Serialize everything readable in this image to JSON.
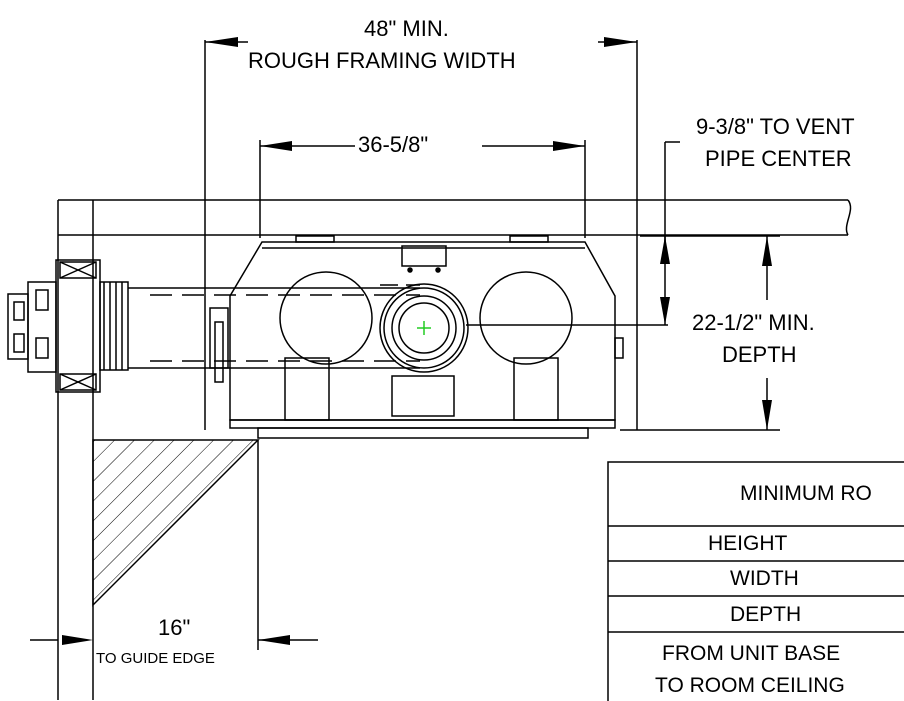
{
  "dimensions": {
    "rough_framing_min": "48\" MIN.",
    "rough_framing_label": "ROUGH FRAMING WIDTH",
    "unit_width": "36-5/8\"",
    "vent_offset_line1": "9-3/8\" TO VENT",
    "vent_offset_line2": "PIPE CENTER",
    "depth_min_line1": "22-1/2\" MIN.",
    "depth_min_line2": "DEPTH",
    "guide_offset": "16\"",
    "guide_label": "TO GUIDE EDGE"
  },
  "table": {
    "title": "MINIMUM RO",
    "rows": [
      "HEIGHT",
      "WIDTH",
      "DEPTH"
    ],
    "last_row_line1": "FROM UNIT BASE",
    "last_row_line2": "TO ROOM CEILING"
  },
  "colors": {
    "line": "#000000",
    "center_mark": "#22cc22"
  }
}
